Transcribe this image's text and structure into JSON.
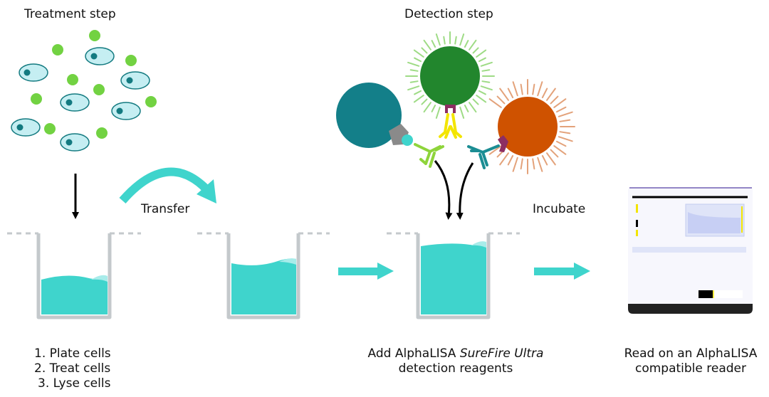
{
  "labels": {
    "treatment_step": "Treatment step",
    "detection_step": "Detection step",
    "transfer": "Transfer",
    "incubate": "Incubate"
  },
  "steps": {
    "treatment_list": [
      "1. Plate cells",
      "2. Treat cells",
      "3. Lyse cells"
    ],
    "detection_line1_prefix": "Add AlphaLISA ",
    "detection_line1_italic": "SureFire Ultra",
    "detection_line2": "detection reagents",
    "read_line1": "Read on an AlphaLISA",
    "read_line2": "compatible reader"
  },
  "colors": {
    "liquid": "#3fd4cc",
    "liquid_highlight": "#a8ecea",
    "well_wall": "#c4c9cc",
    "cell_fill": "#c5eef2",
    "cell_nucleus": "#137a80",
    "analyte_green": "#72d242",
    "donor_bead": "#137f89",
    "acceptor_bead_green": "#22862d",
    "acceptor_bead_orange": "#cf5200",
    "antibody_lime": "#8ed43b",
    "antibody_yellow": "#f3e500",
    "antibody_teal": "#1b8d93",
    "linker_purple": "#8d2e62",
    "arrow_teal": "#3fd4cc"
  }
}
